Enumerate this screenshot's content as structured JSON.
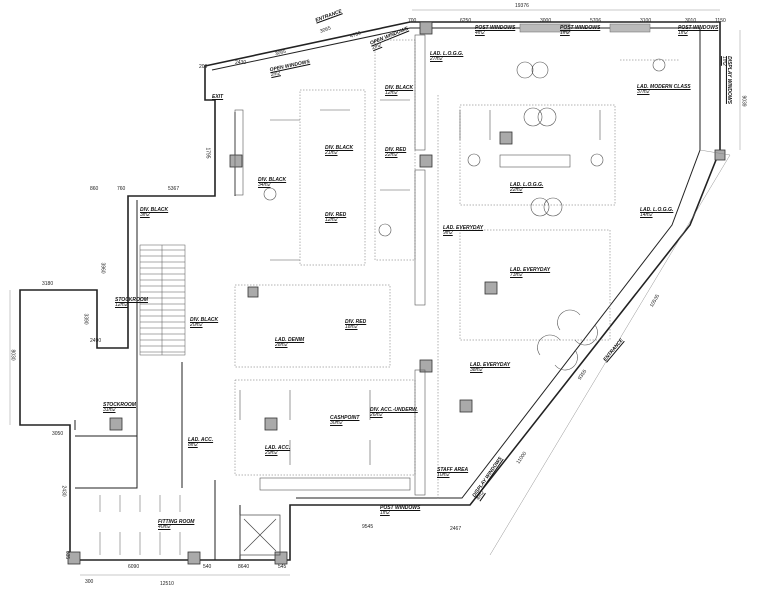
{
  "colors": {
    "wall": "#222222",
    "fixture": "#555555",
    "column": "#9a9a9a",
    "zone_boundary": "#888888"
  },
  "zones": [
    {
      "name": "DIV. BLACK",
      "area": "12m2"
    },
    {
      "name": "LAD. L.O.G.G.",
      "area": "27m2"
    },
    {
      "name": "POST WINDOWS",
      "area": "4m2"
    },
    {
      "name": "POST WINDOWS",
      "area": "1m2"
    },
    {
      "name": "POST WINDOWS",
      "area": "1m2"
    },
    {
      "name": "OPEN WINDOWS",
      "area": "2m2"
    },
    {
      "name": "OPEN WINDOWS",
      "area": "2m2"
    },
    {
      "name": "ENTRANCE",
      "area": ""
    },
    {
      "name": "EXIT",
      "area": ""
    },
    {
      "name": "DIV. BLACK",
      "area": "34m2"
    },
    {
      "name": "DIV. BLACK",
      "area": "21m2"
    },
    {
      "name": "DIV. RED",
      "area": "22m2"
    },
    {
      "name": "DIV. RED",
      "area": "12m2"
    },
    {
      "name": "DIV. BLACK",
      "area": "3m2"
    },
    {
      "name": "LAD. MODERN CLASS",
      "area": "37m2"
    },
    {
      "name": "DISPLAY WINDOWS",
      "area": "1m2"
    },
    {
      "name": "LAD. L.O.G.G.",
      "area": "22m2"
    },
    {
      "name": "LAD. L.O.G.G.",
      "area": "14m2"
    },
    {
      "name": "LAD. EVERYDAY",
      "area": "9m2"
    },
    {
      "name": "LAD. EVERYDAY",
      "area": "73m2"
    },
    {
      "name": "STOCKROOM",
      "area": "12m2"
    },
    {
      "name": "DIV. BLACK",
      "area": "20m2"
    },
    {
      "name": "LAD. DENIM",
      "area": "28m2"
    },
    {
      "name": "DIV. RED",
      "area": "18m2"
    },
    {
      "name": "LAD. EVERYDAY",
      "area": "38m2"
    },
    {
      "name": "ENTRANCE",
      "area": ""
    },
    {
      "name": "STOCKROOM",
      "area": "31m2"
    },
    {
      "name": "LAD. ACC.",
      "area": "8m2"
    },
    {
      "name": "CASHPOINT",
      "area": "30m2"
    },
    {
      "name": "DIV. ACC.-UNDERW.",
      "area": "26m2"
    },
    {
      "name": "LAD. ACC.",
      "area": "29m2"
    },
    {
      "name": "STAFF AREA",
      "area": "10m2"
    },
    {
      "name": "DISPLAY WINDOWS",
      "area": "4m2"
    },
    {
      "name": "FITTING ROOM",
      "area": "40m2"
    },
    {
      "name": "POST WINDOWS",
      "area": "1m2"
    }
  ],
  "dimensions": [
    "19376",
    "6250",
    "3000",
    "5706",
    "3100",
    "3010",
    "1150",
    "700",
    "3065",
    "4750",
    "3065",
    "2430",
    "200",
    "1795",
    "5367",
    "760",
    "860",
    "3960",
    "3180",
    "3390",
    "2490",
    "8030",
    "3050",
    "2430",
    "635",
    "300",
    "6090",
    "540",
    "12510",
    "8640",
    "545",
    "9545",
    "2467",
    "11000",
    "9355",
    "10535",
    "9039"
  ]
}
